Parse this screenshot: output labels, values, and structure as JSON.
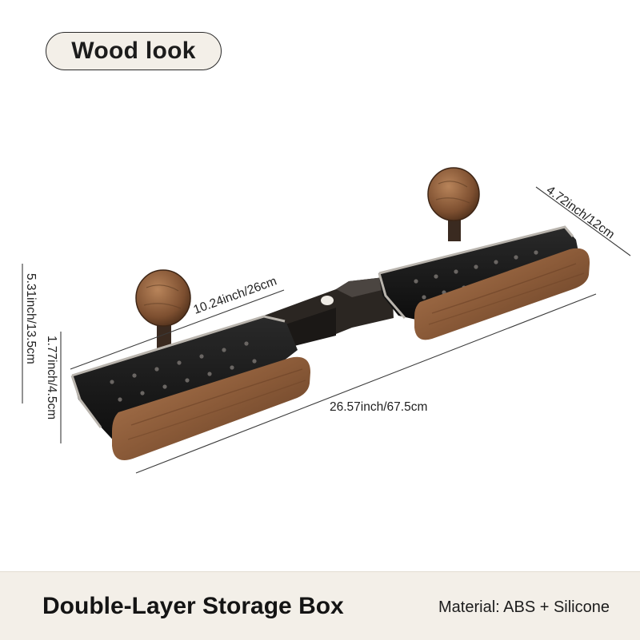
{
  "badge": {
    "label": "Wood look"
  },
  "dimensions": {
    "length": "26.57inch/67.5cm",
    "depth": "4.72inch/12cm",
    "box_width": "10.24inch/26cm",
    "height": "5.31inch/13.5cm",
    "box_height": "1.77inch/4.5cm"
  },
  "footer": {
    "title": "Double-Layer Storage Box",
    "material": "Material: ABS + Silicone"
  },
  "colors": {
    "footer_bg": "#f3efe8",
    "wood": "#8a5a3a",
    "tray": "#1a1a1a",
    "frame": "#b9b4ad"
  }
}
